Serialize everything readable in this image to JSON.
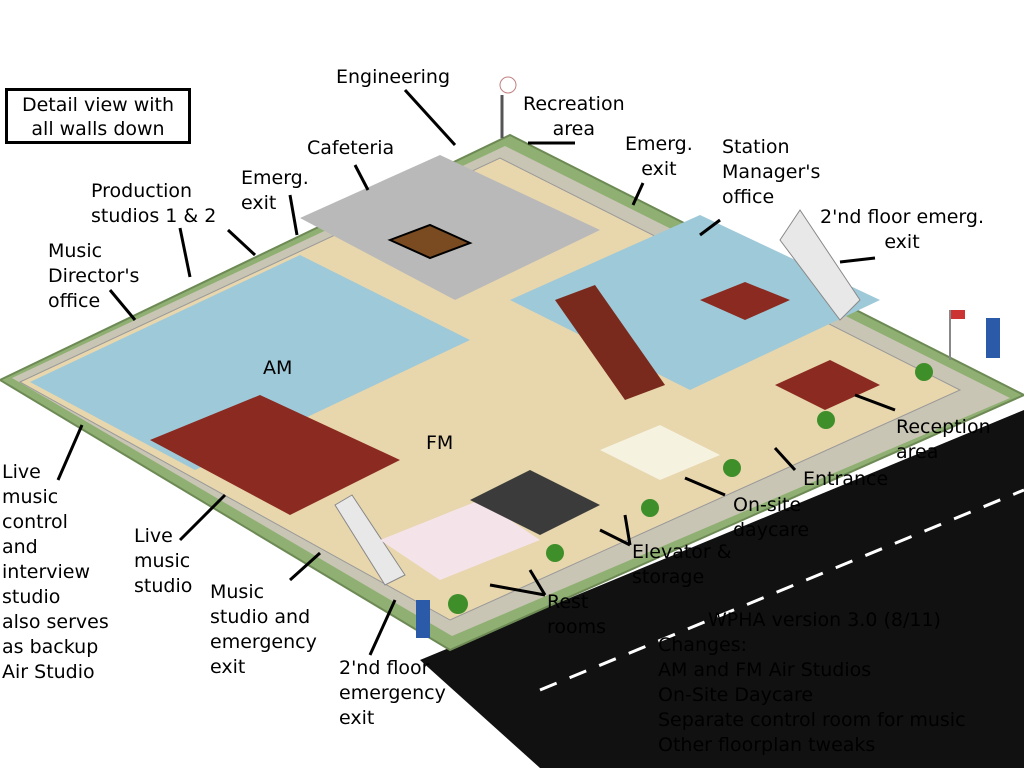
{
  "title_box": "Detail view with\nall walls down",
  "labels": {
    "engineering": "Engineering",
    "recreation": "Recreation\narea",
    "cafeteria": "Cafeteria",
    "emerg_exit_top": "Emerg.\nexit",
    "emerg_exit_left": "Emerg.\nexit",
    "station_manager": "Station\nManager's\noffice",
    "production_studios": "Production\nstudios 1 & 2",
    "second_floor_emerg_top": "2'nd floor emerg.\nexit",
    "music_director": "Music\nDirector's\noffice",
    "am": "AM",
    "fm": "FM",
    "reception": "Reception\narea",
    "entrance": "Entrance",
    "daycare": "On-site\ndaycare",
    "elevator": "Elevator &\nstorage",
    "restrooms": "Rest\nrooms",
    "live_control": "Live\nmusic\ncontrol\nand\ninterview\nstudio\nalso serves\nas backup\nAir Studio",
    "live_studio": "Live\nmusic\nstudio",
    "music_emerg": "Music\nstudio and\nemergency\nexit",
    "second_floor_emerg_bottom": "2'nd floor\nemergency\nexit"
  },
  "info": {
    "version": "WPHA version 3.0 (8/11)",
    "changes_heading": "Changes:",
    "changes": [
      "AM and FM Air Studios",
      "On-Site Daycare",
      "Separate control room for music",
      "Other floorplan tweaks"
    ]
  },
  "colors": {
    "grass": "#8fb072",
    "sidewalk": "#c9c5b5",
    "road": "#111111",
    "carpet": "#9ec9d8",
    "wood_floor": "#e8d6ad",
    "tile_floor": "#b9b9b9",
    "rug": "#8a2a20",
    "wall_trim": "#e7e2cf"
  }
}
